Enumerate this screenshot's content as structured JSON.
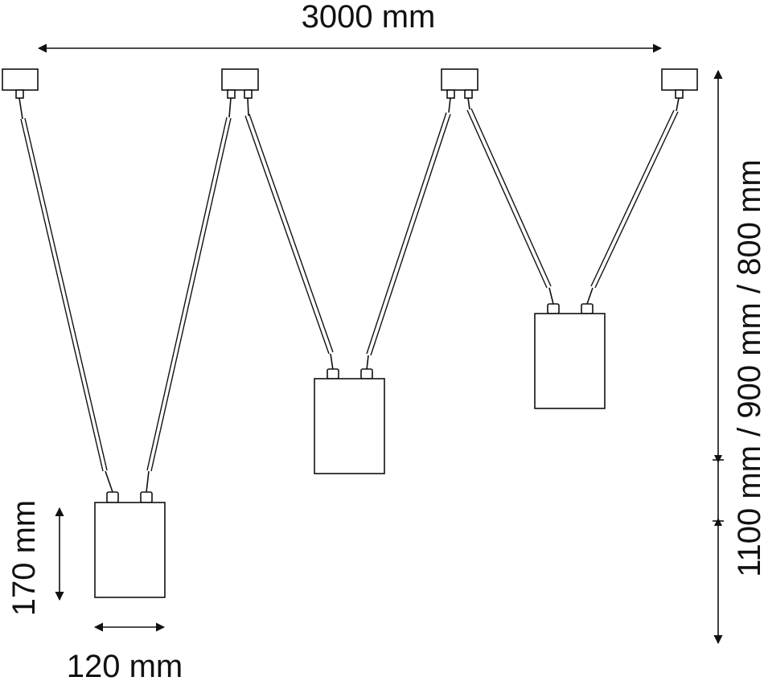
{
  "dimensions": {
    "total_width": "3000 mm",
    "height_options": "1100 mm / 900 mm / 800 mm",
    "shade_height": "170 mm",
    "shade_width": "120 mm"
  },
  "colors": {
    "stroke": "#111111",
    "background": "#ffffff"
  }
}
